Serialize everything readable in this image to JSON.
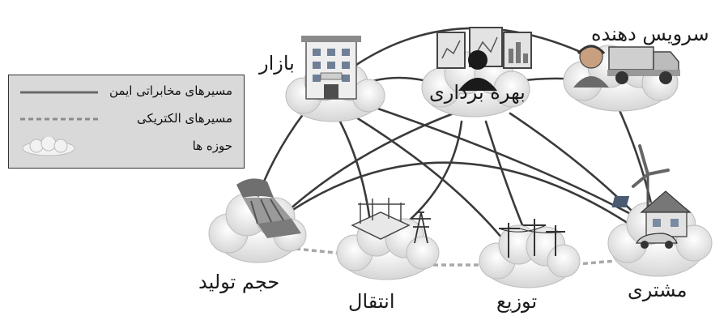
{
  "legend": {
    "items": [
      {
        "label": "مسیرهای مخابراتی ایمن",
        "symbol": "solid-line"
      },
      {
        "label": "مسیرهای الکتریکی",
        "symbol": "dashed-line"
      },
      {
        "label": "حوزه ها",
        "symbol": "cloud"
      }
    ]
  },
  "domains": {
    "market": "بازار",
    "operations": "بهره برداری",
    "service_provider": "سرویس دهنده",
    "bulk_generation": "حجم تولید",
    "transmission": "انتقال",
    "distribution": "توزیع",
    "customer": "مشتری"
  },
  "icons": {
    "market": "building-icon",
    "operations": "operator-monitors-icon",
    "service_provider": "technician-truck-icon",
    "bulk_generation": "dam-icon",
    "transmission": "substation-tower-icon",
    "distribution": "power-pole-icon",
    "customer": "house-turbine-icon"
  },
  "colors": {
    "comm_line": "#3a3a3a",
    "electric_line": "#a8a8a8",
    "cloud_fill": "#ededed",
    "legend_bg": "#d9d9d9"
  }
}
